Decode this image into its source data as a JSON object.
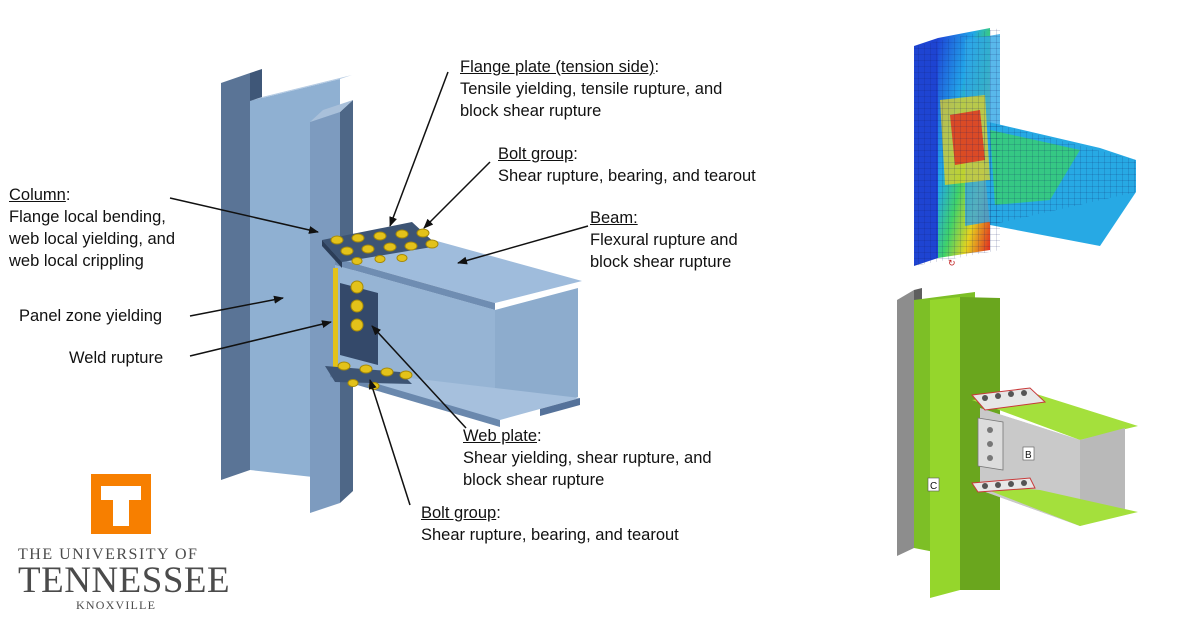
{
  "labels": {
    "column": {
      "head": "Column",
      "lines": [
        "Flange local bending,",
        "web local yielding, and",
        "web local crippling"
      ]
    },
    "panel_zone": "Panel zone yielding",
    "weld": "Weld rupture",
    "flange_plate": {
      "head": "Flange plate (tension side)",
      "lines": [
        "Tensile yielding, tensile rupture, and",
        "block shear rupture"
      ]
    },
    "bolt_group_top": {
      "head": "Bolt group",
      "lines": [
        "Shear rupture, bearing, and tearout"
      ]
    },
    "beam": {
      "head": "Beam:",
      "lines": [
        "Flexural rupture and",
        "block shear rupture"
      ]
    },
    "web_plate": {
      "head": "Web plate",
      "lines": [
        "Shear yielding, shear rupture, and",
        "block shear rupture"
      ]
    },
    "bolt_group_bottom": {
      "head": "Bolt group",
      "lines": [
        "Shear rupture, bearing, and tearout"
      ]
    }
  },
  "logo": {
    "line1": "THE UNIVERSITY OF",
    "line2": "TENNESSEE",
    "line3": "KNOXVILLE",
    "mark": "T"
  },
  "fe_model_labels": {
    "beam": "B",
    "column": "C"
  },
  "colors": {
    "steel": "#8eaacb",
    "steel_dark": "#4d6685",
    "bolt": "#e3c21a",
    "ut_orange": "#f77f00",
    "fe_green": "#8cd12a",
    "fe_gray": "#bfbfbf"
  }
}
